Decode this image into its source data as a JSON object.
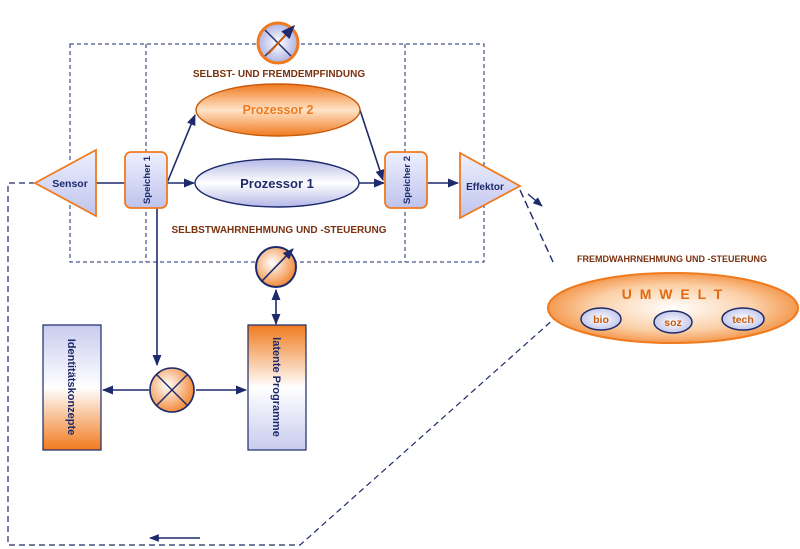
{
  "labels": {
    "selbst_fremd": "SELBST- UND FREMDEMPFINDUNG",
    "selbstwahr": "SELBSTWAHRNEHMUNG UND -STEUERUNG",
    "fremdwahr": "FREMDWAHRNEHMUNG UND -STEUERUNG"
  },
  "nodes": {
    "sensor": "Sensor",
    "speicher1": "Speicher 1",
    "prozessor1": "Prozessor 1",
    "prozessor2": "Prozessor 2",
    "speicher2": "Speicher 2",
    "effektor": "Effektor",
    "identitaet": "Identitätskonzepte",
    "latente": "latente Programme"
  },
  "umwelt": {
    "title": "U M W E L T",
    "items": [
      "bio",
      "soz",
      "tech"
    ]
  },
  "colors": {
    "orange": "#f07a1e",
    "orange_dark": "#c85a0a",
    "navy": "#1d2a6b",
    "lavender": "#c8cbee",
    "label_brown": "#7a3210"
  }
}
